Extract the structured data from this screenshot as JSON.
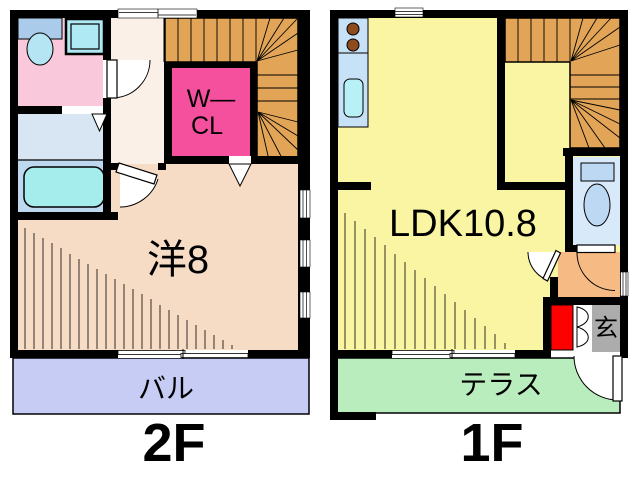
{
  "colors": {
    "wall": "#000000",
    "background": "#FFFFFF",
    "washroom_pink": "#F9C8DB",
    "toilet_tank_blue": "#AACBEA",
    "toilet_bowl_cyan": "#B5E5F2",
    "washer_cyan": "#AEE9F4",
    "sanitary_blue": "#D8E6F4",
    "bathroom_blue": "#BED8F0",
    "bathtub_cyan": "#A5ECEC",
    "hall_cream": "#FBF0E7",
    "wcl_magenta": "#F4509E",
    "stairs_tan": "#E2A557",
    "western_room_peach": "#F6DBC5",
    "balcony_lavender": "#C6CCF4",
    "ldk_yellow": "#FAF5A2",
    "kitchen_counter_blue": "#C7E1F6",
    "sink_cyan": "#B7F0F6",
    "burner_brown": "#8E4B1D",
    "toilet_room_blue": "#D8E9FA",
    "toilet_fixture_blue": "#BDD8F2",
    "hall_orange": "#F6BA84",
    "entrance_gray": "#ACACAC",
    "cabinet_red": "#FF0000",
    "terrace_green": "#B9EDBD"
  },
  "floor_2f": {
    "floor_label": "2F",
    "walk_in_closet_line1": "W—",
    "walk_in_closet_line2": "CL",
    "western_room_label": "洋8",
    "balcony_label": "バル"
  },
  "floor_1f": {
    "floor_label": "1F",
    "ldk_label": "LDK10.8",
    "terrace_label": "テラス",
    "entrance_label": "玄"
  }
}
